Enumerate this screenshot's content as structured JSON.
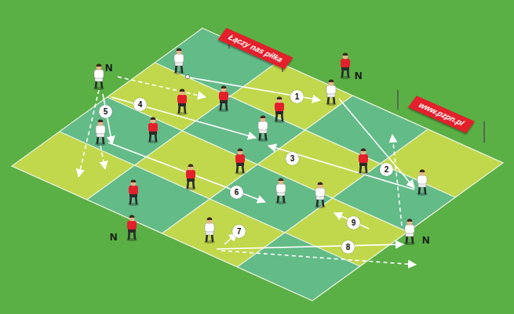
{
  "diagram": {
    "nodes": [
      {
        "text": [
          "Łączy nas piłka"
        ]
      },
      {
        "text": [
          "www.pzpn.pl"
        ]
      }
    ],
    "labels": [
      "N",
      "N",
      "1",
      "4",
      "5",
      "3",
      "2",
      "6",
      "9",
      "7",
      "N",
      "N",
      "8"
    ]
  }
}
